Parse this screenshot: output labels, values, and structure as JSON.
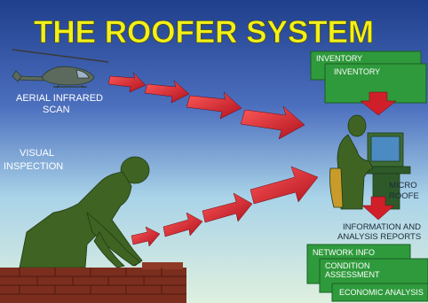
{
  "title": "THE ROOFER SYSTEM",
  "labels": {
    "aerial_line1": "AERIAL INFRARED",
    "aerial_line2": "SCAN",
    "visual_line1": "VISUAL",
    "visual_line2": "INSPECTION",
    "micro_line1": "MICRO",
    "micro_line2": "ROOFE",
    "info_line1": "INFORMATION AND",
    "info_line2": "ANALYSIS REPORTS"
  },
  "inventory_boxes": [
    "INVENTORY",
    "INVENTORY"
  ],
  "report_boxes": [
    "NETWORK INFO",
    "CONDITION",
    "ASSESSMENT",
    "ECONOMIC ANALYSIS"
  ],
  "colors": {
    "sky_top": "#1f3f8c",
    "sky_mid": "#4c6fbe",
    "sky_low": "#a9d3e8",
    "sky_bottom": "#dff0df",
    "title": "#f2f019",
    "arrow": "#d11f2a",
    "box_green": "#2f9a3c",
    "figure_green": "#3f6322",
    "brick": "#7c2e1e"
  },
  "icons": [
    "helicopter-icon",
    "inspector-figure",
    "computer-operator-figure",
    "brick-wall"
  ]
}
